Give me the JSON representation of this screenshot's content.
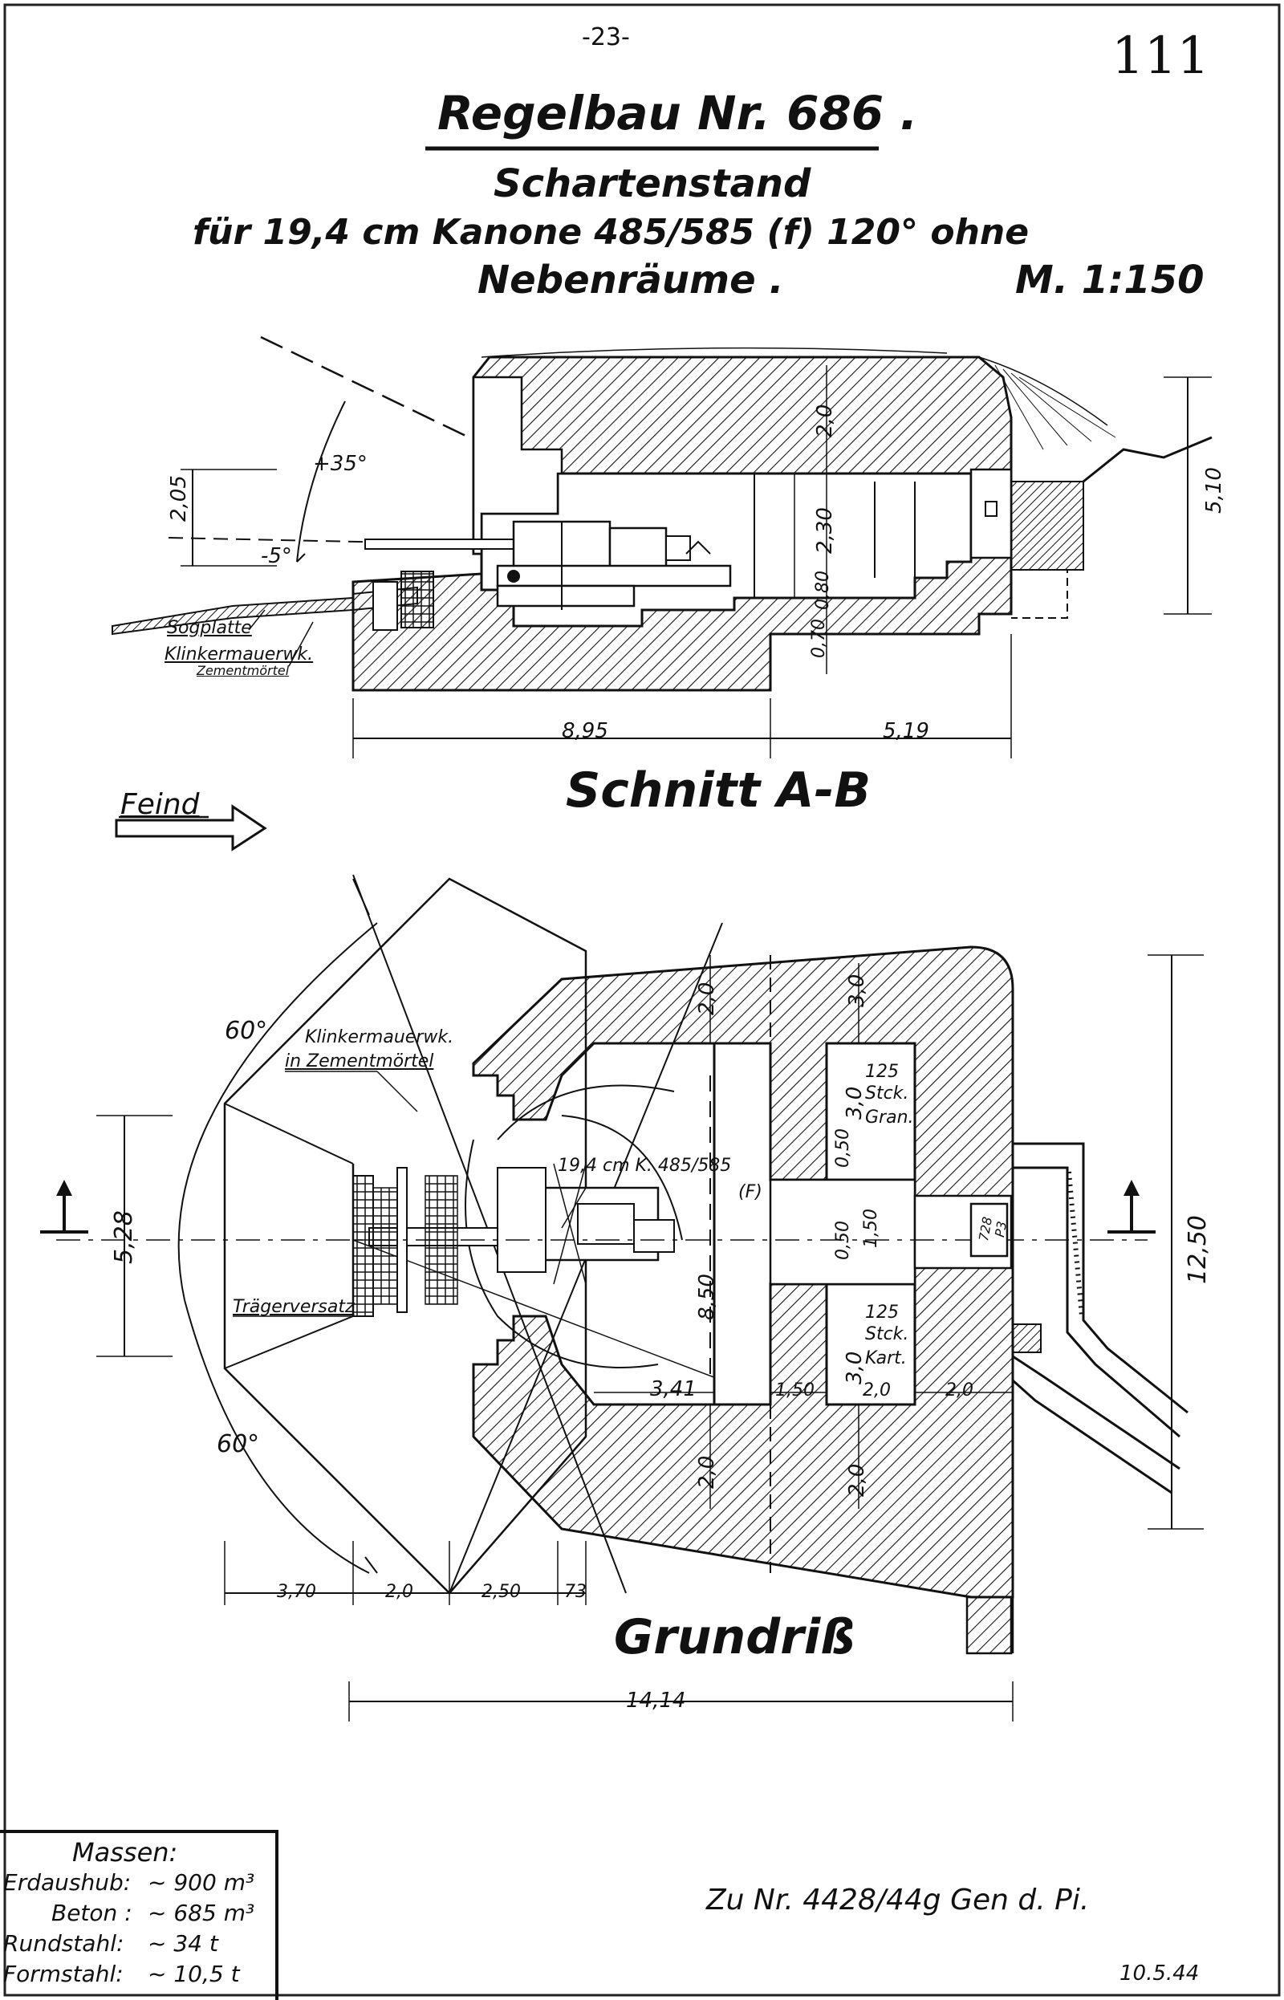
{
  "page_number": "-23-",
  "sheet_number": "111",
  "title": "Regelbau Nr. 686 .",
  "subtitle_line1": "Schartenstand",
  "subtitle_line2": "für 19,4 cm Kanone 485/585 (f) 120° ohne",
  "subtitle_line3": "Nebenräume .",
  "scale": "M. 1:150",
  "section": {
    "title": "Schnitt A-B",
    "angle_up": "+35°",
    "angle_down": "-5°",
    "dim_height_left": "2,05",
    "dim_roof": "2,0",
    "dim_room_height": "2,30",
    "dim_floor": "0,80",
    "dim_base": "0,70",
    "dim_total_height": "5,10",
    "dim_len_a": "8,95",
    "dim_len_b": "5,19",
    "label_sogplatte": "Sogplatte",
    "label_klinker_1": "Klinkermauerwk.",
    "label_klinker_2": "Zementmörtel"
  },
  "feind_label": "Feind",
  "plan": {
    "title": "Grundriß",
    "angle_top": "60°",
    "angle_bottom": "60°",
    "label_klinker_1": "Klinkermauerwk.",
    "label_klinker_2": "in Zementmörtel",
    "label_traeger": "Trägerversatz",
    "label_gun_1": "19,4 cm K. 485/585",
    "label_gun_2": "(F)",
    "dim_left_width": "5,28",
    "dim_total_width": "12,50",
    "dim_inner": "8,50",
    "dim_wall_top": "2,0",
    "dim_wall_bottom": "2,0",
    "dim_wall_top_r": "3,0",
    "dim_wall_bottom_r": "2,0",
    "dim_3_0_a": "3,0",
    "dim_3_0_b": "3,0",
    "dim_0_50_a": "0,50",
    "dim_0_50_b": "0,50",
    "dim_1_50_v": "1,50",
    "dim_3_41": "3,41",
    "dim_1_50_h": "1,50",
    "dim_2_0_a": "2,0",
    "dim_2_0_b": "2,0",
    "room_top_1": "125",
    "room_top_2": "Stck.",
    "room_top_3": "Gran.",
    "room_bot_1": "125",
    "room_bot_2": "Stck.",
    "room_bot_3": "Kart.",
    "door_label_1": "728",
    "door_label_2": "P3",
    "dim_b_1": "3,70",
    "dim_b_2": "2,0",
    "dim_b_3": "2,50",
    "dim_b_4": "73",
    "dim_total_len": "14,14"
  },
  "massen": {
    "heading": "Massen:",
    "rows": [
      {
        "label": "Erdaushub:",
        "value": "~ 900 m³"
      },
      {
        "label": "Beton :",
        "value": "~ 685 m³"
      },
      {
        "label": "Rundstahl:",
        "value": "~ 34 t"
      },
      {
        "label": "Formstahl:",
        "value": "~ 10,5 t"
      }
    ]
  },
  "reference": "Zu Nr. 4428/44g Gen d. Pi.",
  "date_sig": "10.5.44"
}
